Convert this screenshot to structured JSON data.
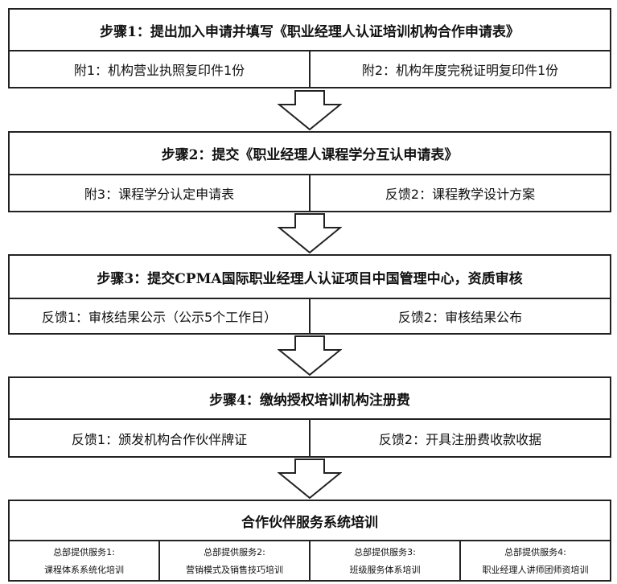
{
  "steps": [
    {
      "title": "步骤1：提出加入申请并填写《职业经理人认证培训机构合作申请表》",
      "items": [
        "附1：机构营业执照复印件1份",
        "附2：机构年度完税证明复印件1份"
      ]
    },
    {
      "title": "步骤2：提交《职业经理人课程学分互认申请表》",
      "items": [
        "附3：课程学分认定申请表",
        "反馈2：课程教学设计方案"
      ]
    },
    {
      "title": "步骤3：提交CPMA国际职业经理人认证项目中国管理中心，资质审核",
      "items": [
        "反馈1：审核结果公示（公示5个工作日）",
        "反馈2：审核结果公布"
      ]
    },
    {
      "title": "步骤4：缴纳授权培训机构注册费",
      "items": [
        "反馈1：颁发机构合作伙伴牌证",
        "反馈2：开具注册费收款收据"
      ]
    }
  ],
  "final": {
    "title": "合作伙伴服务系统培训",
    "services": [
      {
        "label": "总部提供服务1:",
        "value": "课程体系系统化培训"
      },
      {
        "label": "总部提供服务2:",
        "value": "营销模式及销售技巧培训"
      },
      {
        "label": "总部提供服务3:",
        "value": "班级服务体系培训"
      },
      {
        "label": "总部提供服务4:",
        "value": "职业经理人讲师团师资培训"
      }
    ]
  }
}
